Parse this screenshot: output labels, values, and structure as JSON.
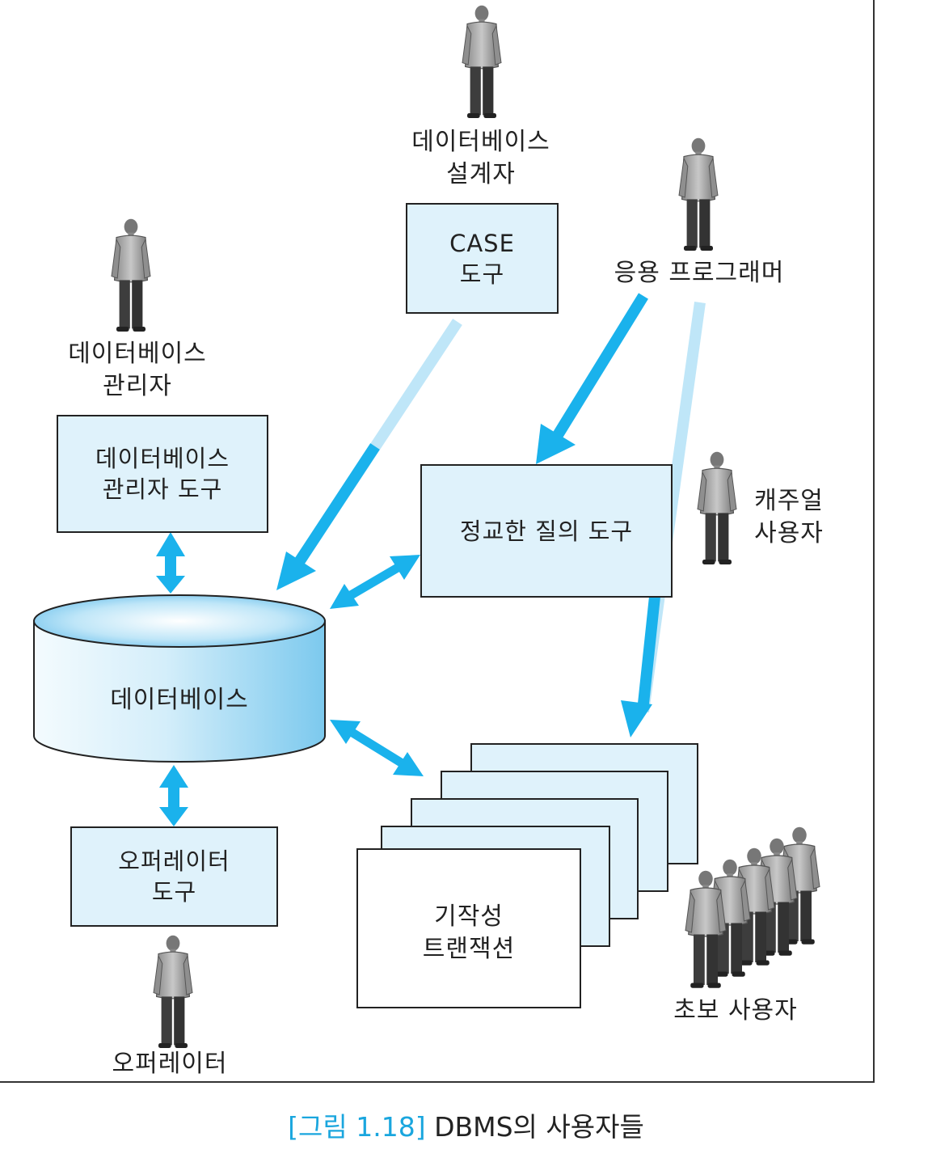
{
  "nodes": {
    "db_designer": {
      "label_line1": "데이터베이스",
      "label_line2": "설계자"
    },
    "case_tool": {
      "line1": "CASE",
      "line2": "도구"
    },
    "app_programmer": {
      "label": "응용 프로그래머"
    },
    "dba": {
      "label_line1": "데이터베이스",
      "label_line2": "관리자"
    },
    "dba_tool": {
      "line1": "데이터베이스",
      "line2": "관리자 도구"
    },
    "query_tool": {
      "label": "정교한 질의 도구"
    },
    "casual_user": {
      "label_line1": "캐주얼",
      "label_line2": "사용자"
    },
    "database": {
      "label": "데이터베이스"
    },
    "operator_tool": {
      "line1": "오퍼레이터",
      "line2": "도구"
    },
    "canned_transactions": {
      "line1": "기작성",
      "line2": "트랜잭션"
    },
    "naive_users": {
      "label": "초보 사용자"
    },
    "operator": {
      "label": "오퍼레이터"
    }
  },
  "caption": {
    "figure": "[그림 1.18]",
    "text": "DBMS의 사용자들"
  },
  "colors": {
    "arrow_strong": "#1ab2ec",
    "arrow_light": "#bfe6f8",
    "box_fill": "#dff2fb",
    "cylinder_side": "#8fd3f3",
    "caption_accent": "#1aa6de"
  },
  "icons": [
    "person-icon",
    "crowd-icon"
  ]
}
